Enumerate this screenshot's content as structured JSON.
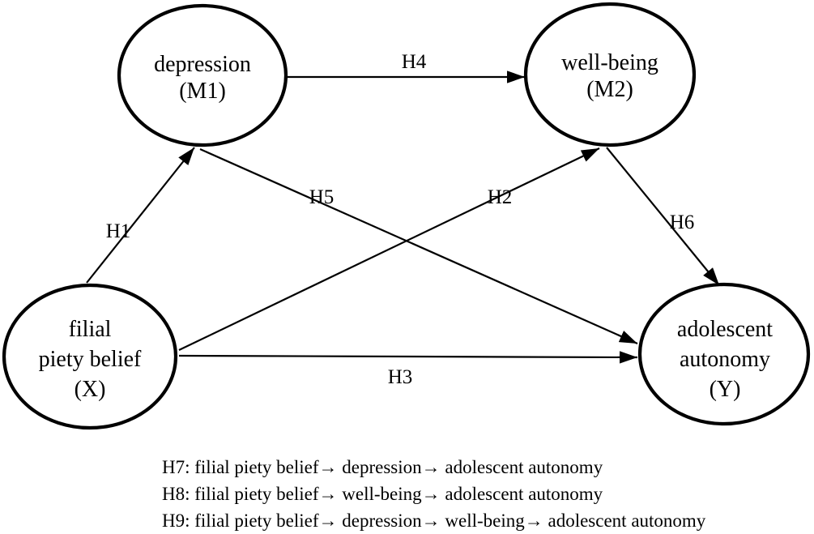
{
  "colors": {
    "ink": "#000000",
    "background": "#ffffff"
  },
  "diagram": {
    "type": "path-model",
    "nodes": {
      "m1": {
        "role": "mediator-1",
        "lines": [
          "depression",
          "(M1)"
        ]
      },
      "m2": {
        "role": "mediator-2",
        "lines": [
          "well-being",
          "(M2)"
        ]
      },
      "x": {
        "role": "predictor",
        "lines": [
          "filial",
          "piety belief",
          "(X)"
        ]
      },
      "y": {
        "role": "outcome",
        "lines": [
          "adolescent",
          "autonomy",
          "(Y)"
        ]
      }
    },
    "edges": {
      "h1": {
        "label": "H1",
        "from": "x",
        "to": "m1"
      },
      "h2": {
        "label": "H2",
        "from": "x",
        "to": "m2"
      },
      "h3": {
        "label": "H3",
        "from": "x",
        "to": "y"
      },
      "h4": {
        "label": "H4",
        "from": "m1",
        "to": "m2"
      },
      "h5": {
        "label": "H5",
        "from": "m1",
        "to": "y"
      },
      "h6": {
        "label": "H6",
        "from": "m2",
        "to": "y"
      }
    },
    "notes": [
      "H7: filial piety belief→ depression→ adolescent autonomy",
      "H8: filial piety belief→ well-being→ adolescent autonomy",
      "H9: filial piety belief→ depression→ well-being→ adolescent autonomy"
    ]
  }
}
